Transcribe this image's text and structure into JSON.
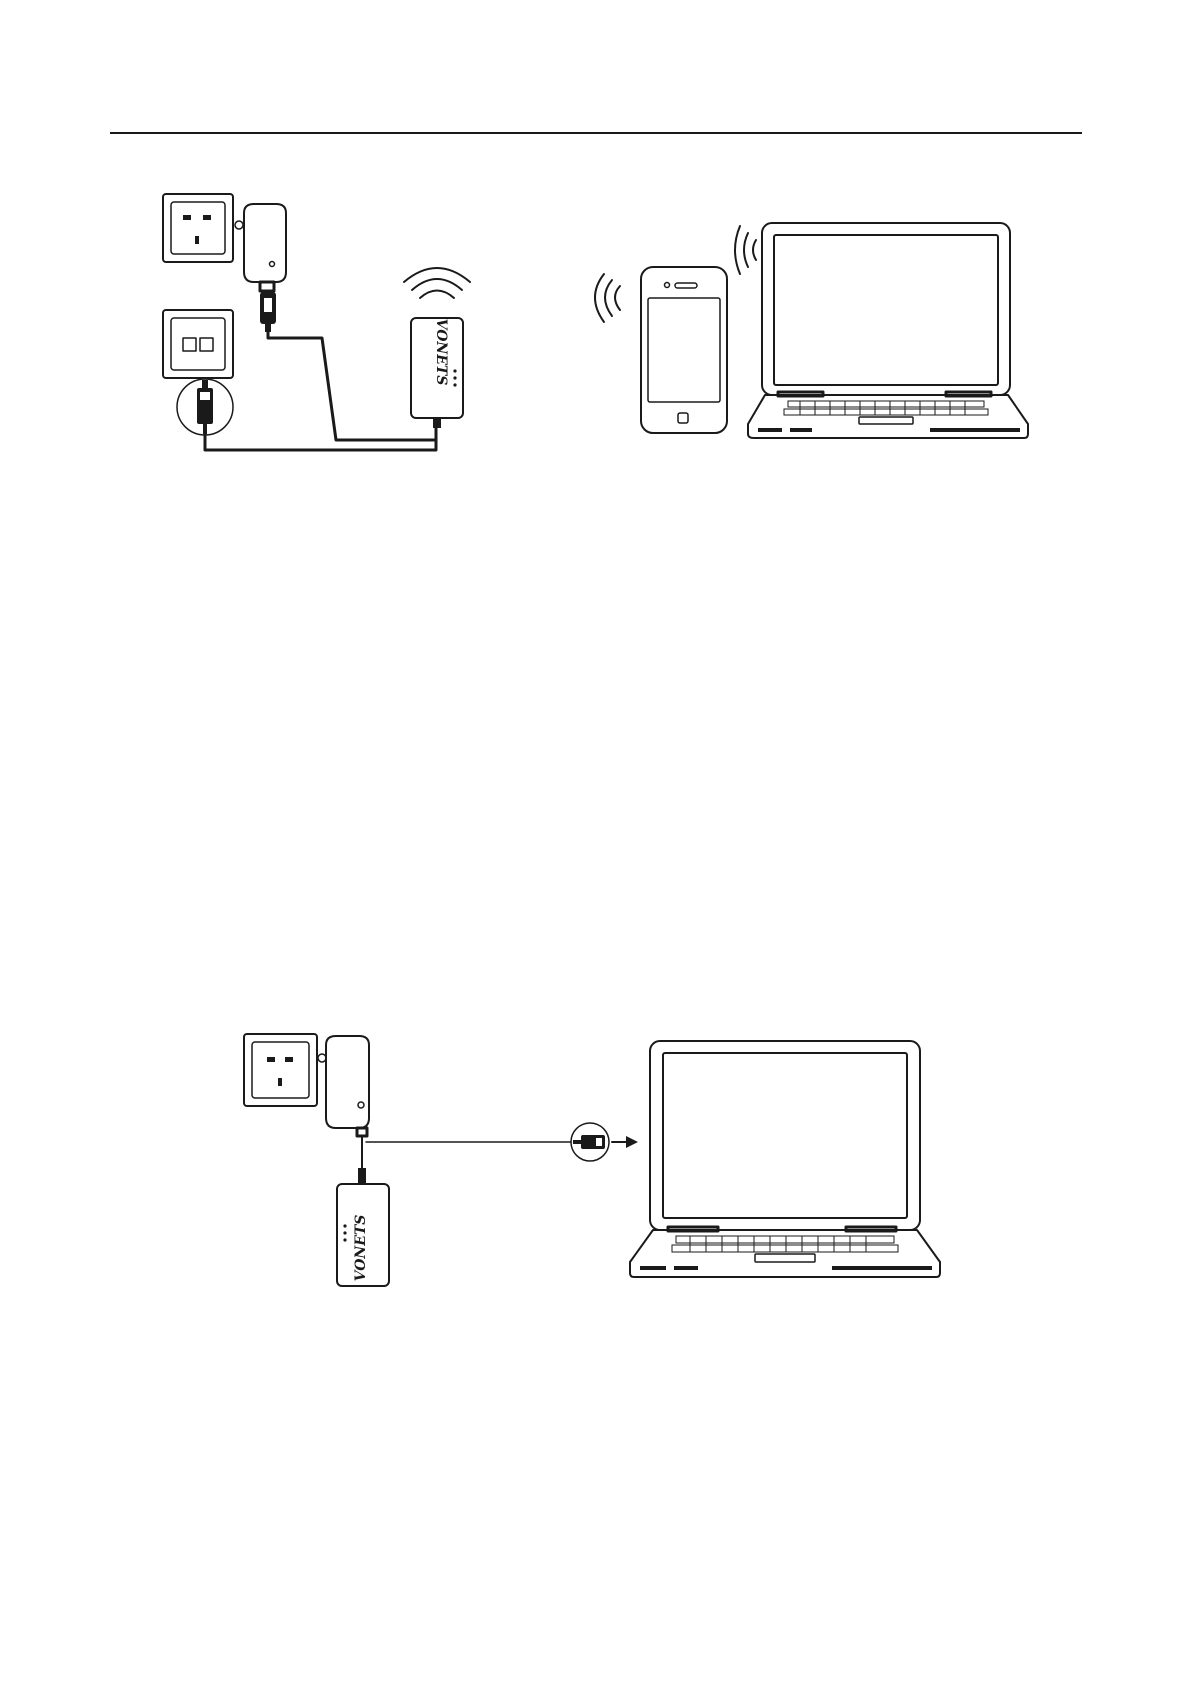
{
  "page": {
    "background": "#ffffff",
    "line_color": "#1a1a1a"
  },
  "figure_top": {
    "router": {
      "brand_label": "VONETS"
    },
    "icons": [
      "wall-power-socket",
      "power-adapter",
      "usb-plug",
      "ethernet-wall-port",
      "rj45-plug",
      "router-device",
      "wifi-signal",
      "smartphone",
      "laptop"
    ]
  },
  "figure_bottom": {
    "router": {
      "brand_label": "VONETS"
    },
    "icons": [
      "wall-power-socket",
      "power-adapter",
      "router-device",
      "rj45-plug",
      "arrow-right",
      "laptop"
    ]
  }
}
